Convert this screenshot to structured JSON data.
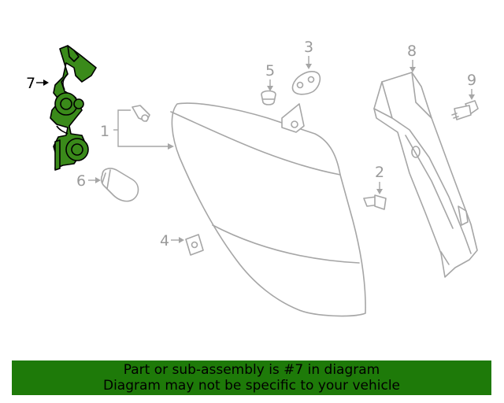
{
  "callouts": {
    "c1": "1",
    "c2": "2",
    "c3": "3",
    "c4": "4",
    "c5": "5",
    "c6": "6",
    "c7": "7",
    "c8": "8",
    "c9": "9"
  },
  "highlighted_part": "7",
  "colors": {
    "highlight": "#3a8a1a",
    "banner": "#1e7a09",
    "linework": "#a6a6a6"
  },
  "banner": {
    "line1": "Part or sub-assembly is #7 in diagram",
    "line2": "Diagram may not be specific to your vehicle"
  }
}
